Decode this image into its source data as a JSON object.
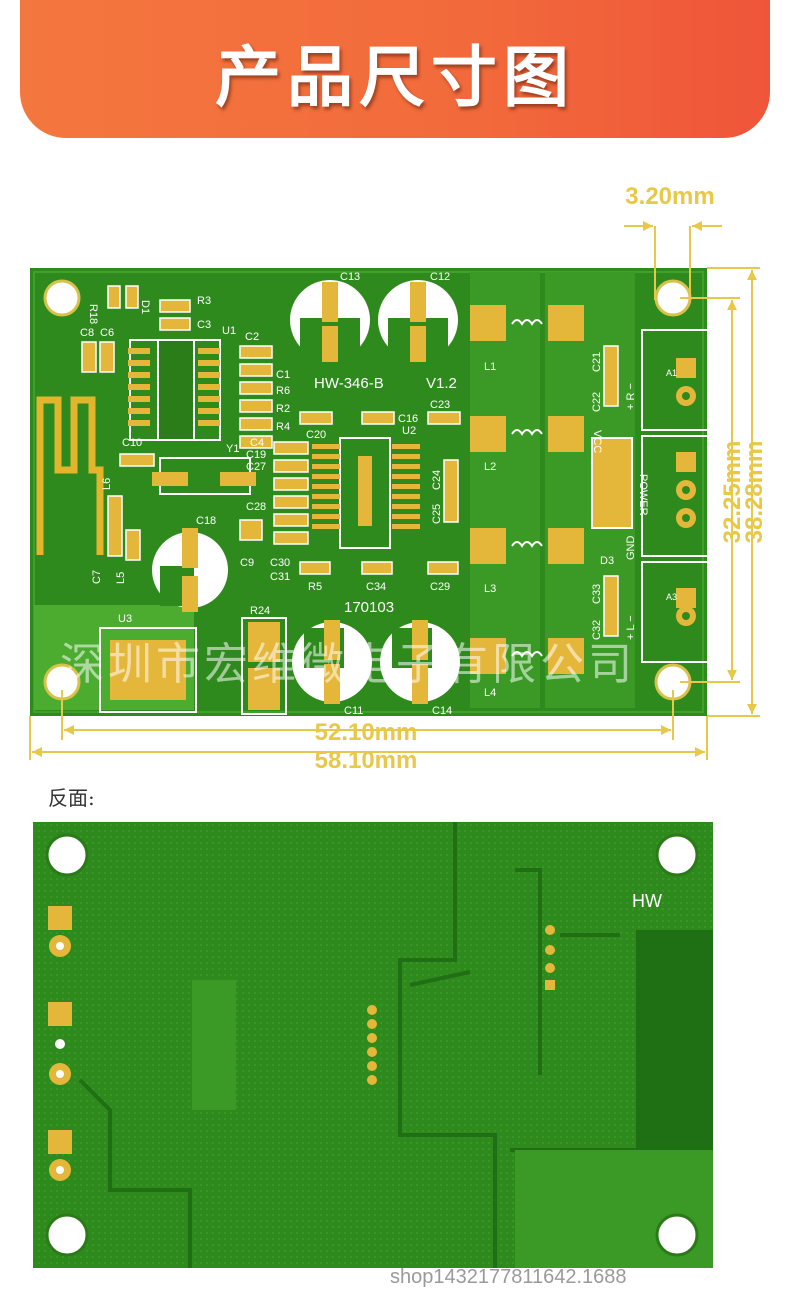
{
  "header": {
    "title": "产品尺寸图"
  },
  "front_board": {
    "model_label": "HW-346-B",
    "version_label": "V1.2",
    "date_code": "170103",
    "component_labels": [
      "R18",
      "D1",
      "R3",
      "C3",
      "U1",
      "C2",
      "C8",
      "C6",
      "C1",
      "R6",
      "R2",
      "R4",
      "C4",
      "C19",
      "C27",
      "C10",
      "Y1",
      "C28",
      "L6",
      "C18",
      "C7",
      "L5",
      "C9",
      "U3",
      "R24",
      "C13",
      "C12",
      "C20",
      "C16",
      "C23",
      "U2",
      "C24",
      "C25",
      "C30",
      "C31",
      "R5",
      "C34",
      "C29",
      "C11",
      "C14",
      "L1",
      "L2",
      "L3",
      "L4",
      "C21",
      "C22",
      "D3",
      "C33",
      "C32"
    ],
    "connector_labels": {
      "out_right": "+ R −",
      "power_vcc": "VCC",
      "power": "POWER",
      "power_gnd": "GND",
      "out_left": "+ L −",
      "a1": "A1",
      "a3": "A3"
    }
  },
  "dimensions": {
    "hole_offset": "3.20mm",
    "width_holes": "52.10mm",
    "width_total": "58.10mm",
    "height_holes": "32.25mm",
    "height_total": "38.28mm"
  },
  "watermark": "深圳市宏维微电子有限公司",
  "back_section": {
    "label": "反面:",
    "board_text": "HW"
  },
  "bottom_watermark": "shop1432177811642.1688"
}
